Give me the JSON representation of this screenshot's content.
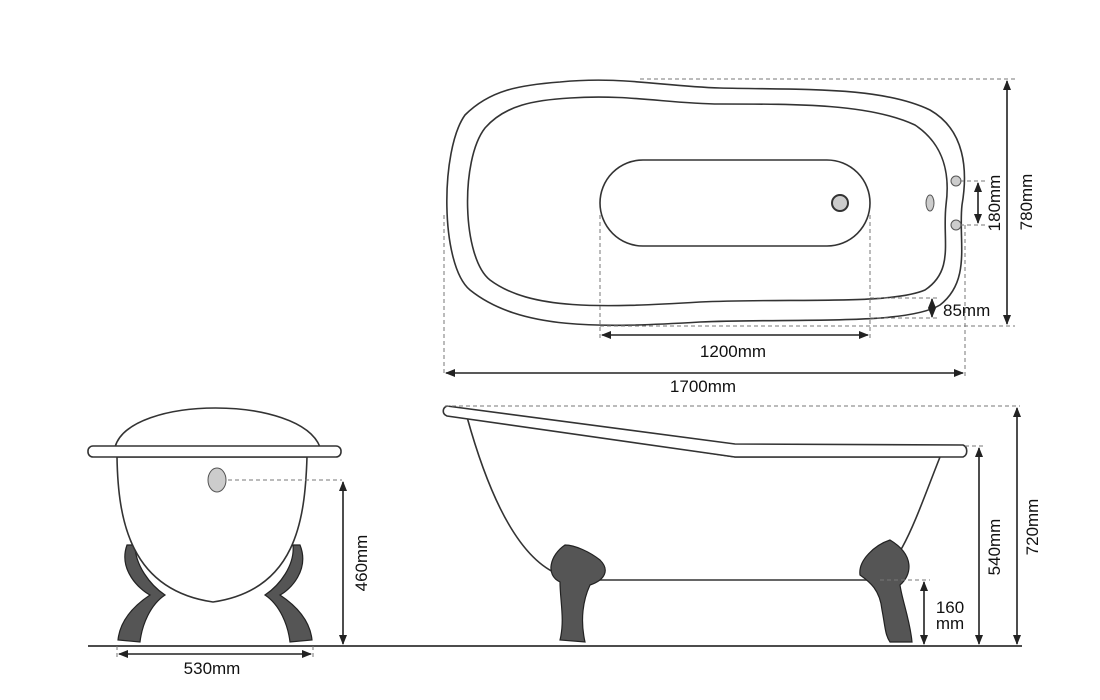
{
  "top_view": {
    "length_label": "1700mm",
    "basin_length_label": "1200mm",
    "width_label": "780mm",
    "tap_spacing_label": "180mm",
    "rim_width_label": "85mm"
  },
  "end_view": {
    "overflow_height_label": "460mm",
    "foot_span_label": "530mm"
  },
  "side_view": {
    "rim_height_label": "540mm",
    "total_height_label": "720mm",
    "clearance_label_value": "160",
    "clearance_label_unit": "mm"
  },
  "colors": {
    "line": "#333333",
    "fitting_fill": "#cccccc"
  }
}
